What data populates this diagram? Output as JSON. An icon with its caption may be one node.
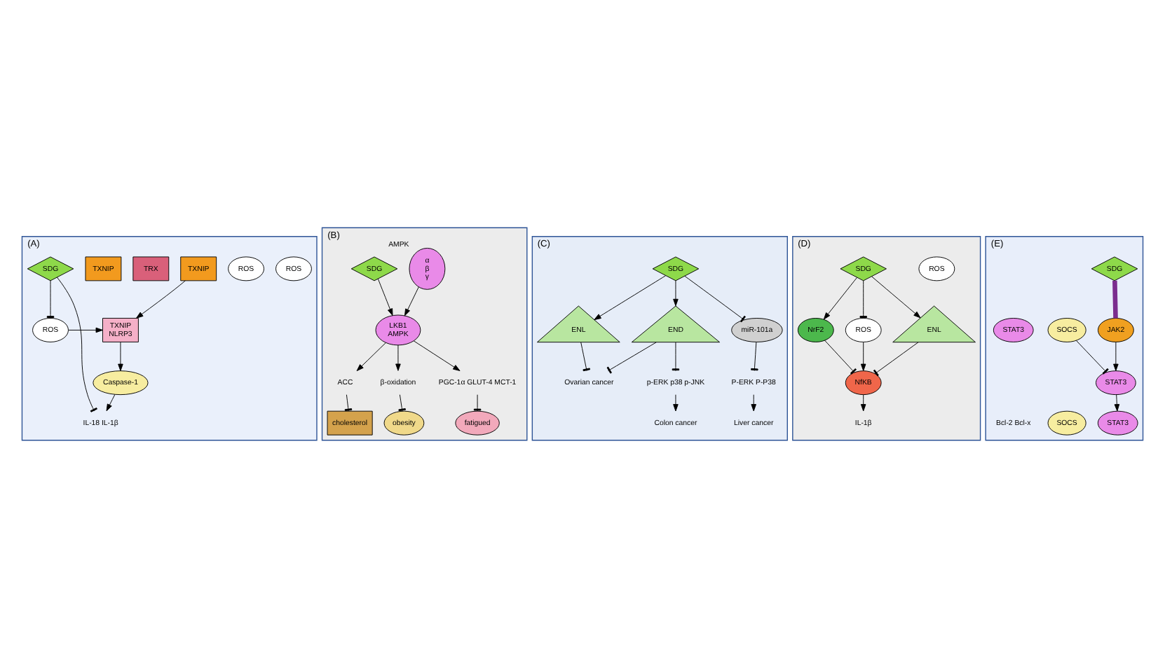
{
  "diagram": {
    "nodes": [
      {
        "text": [
          "(A)"
        ]
      },
      {
        "text": [
          "ROS"
        ],
        "in": 0
      },
      {
        "text": [
          "ROS"
        ],
        "in": 0
      },
      {
        "text": [
          "TXNIP"
        ],
        "in": 0
      },
      {
        "text": [
          "TXNIP",
          "NLRP3"
        ],
        "in": 0
      },
      {
        "text": [
          "TRX"
        ],
        "in": 0
      },
      {
        "text": [
          "ROS"
        ],
        "in": 0
      },
      {
        "text": [
          "TXNIP"
        ],
        "in": 0
      },
      {
        "text": [
          "SDG"
        ],
        "in": 0
      },
      {
        "text": [
          "Caspase-1"
        ],
        "in": 0
      },
      {
        "text": [
          "IL-18 IL-1β"
        ],
        "in": 0
      },
      {
        "text": [
          "(B)"
        ]
      },
      {
        "text": [
          "α",
          "β",
          "γ"
        ],
        "beside": [
          "AMPK"
        ],
        "in": 11
      },
      {
        "text": [
          "SDG"
        ],
        "in": 11
      },
      {
        "text": [
          "LKB1",
          "AMPK"
        ],
        "in": 11
      },
      {
        "text": [
          "ACC"
        ],
        "in": 11
      },
      {
        "text": [
          "β-oxidation"
        ],
        "in": 11
      },
      {
        "text": [
          "PGC-1α GLUT-4 MCT-1"
        ],
        "in": 11
      },
      {
        "text": [
          "cholesterol"
        ],
        "in": 11
      },
      {
        "text": [
          "obesity"
        ],
        "in": 11
      },
      {
        "text": [
          "fatigued"
        ],
        "in": 11
      },
      {
        "text": [
          "(C)"
        ]
      },
      {
        "text": [
          "SDG"
        ],
        "in": 21
      },
      {
        "text": [
          "ENL"
        ],
        "in": 21
      },
      {
        "text": [
          "END"
        ],
        "in": 21
      },
      {
        "text": [
          "miR-101a"
        ],
        "in": 21
      },
      {
        "text": [
          "p-ERK p38 p-JNK"
        ],
        "in": 21
      },
      {
        "text": [
          "P-ERK P-P38"
        ],
        "in": 21
      },
      {
        "text": [
          "Ovarian cancer"
        ],
        "in": 21
      },
      {
        "text": [
          "Colon cancer"
        ],
        "in": 21
      },
      {
        "text": [
          "Liver cancer"
        ],
        "in": 21
      },
      {
        "text": [
          "(D)"
        ]
      },
      {
        "text": [
          "ROS"
        ],
        "in": 31
      },
      {
        "text": [
          "SDG"
        ],
        "in": 31
      },
      {
        "text": [
          "NrF2"
        ],
        "in": 31
      },
      {
        "text": [
          "ROS"
        ],
        "in": 31
      },
      {
        "text": [
          "ENL"
        ],
        "in": 31
      },
      {
        "text": [
          "NfKB"
        ],
        "in": 31
      },
      {
        "text": [
          "IL-1β"
        ],
        "in": 31
      },
      {
        "text": [
          "(E)"
        ]
      },
      {
        "text": [
          "SDG"
        ],
        "in": 39
      },
      {
        "text": [
          "JAK2"
        ],
        "in": 39
      },
      {
        "text": [
          "SOCS"
        ],
        "in": 39
      },
      {
        "text": [
          "STAT3"
        ],
        "in": 39
      },
      {
        "text": [
          "STAT3"
        ],
        "in": 39
      },
      {
        "text": [
          "STAT3"
        ],
        "in": 39
      },
      {
        "text": [
          "SOCS"
        ],
        "in": 39
      },
      {
        "text": [
          "Bcl-2 Bcl-x"
        ],
        "in": 39
      }
    ],
    "edges": [
      {
        "from": 3,
        "to": 4,
        "arrow": "to"
      },
      {
        "from": 6,
        "to": 4,
        "arrow": "to"
      },
      {
        "from": 8,
        "to": 6,
        "arrow": "other"
      },
      {
        "from": 4,
        "to": 9,
        "arrow": "to"
      },
      {
        "from": 9,
        "to": 10,
        "arrow": "to"
      },
      {
        "from": 8,
        "to": 10,
        "arrow": "other"
      },
      {
        "from": 12,
        "to": 14,
        "arrow": "to"
      },
      {
        "from": 13,
        "to": 14,
        "arrow": "to"
      },
      {
        "from": 14,
        "to": 15,
        "arrow": "to"
      },
      {
        "from": 14,
        "to": 16,
        "arrow": "to"
      },
      {
        "from": 14,
        "to": 17,
        "arrow": "to"
      },
      {
        "from": 15,
        "to": 18,
        "arrow": "other"
      },
      {
        "from": 16,
        "to": 19,
        "arrow": "other"
      },
      {
        "from": 17,
        "to": 20,
        "arrow": "other"
      },
      {
        "from": 22,
        "to": 23,
        "arrow": "to"
      },
      {
        "from": 22,
        "to": 24,
        "arrow": "to"
      },
      {
        "from": 22,
        "to": 25,
        "arrow": "other"
      },
      {
        "from": 23,
        "to": 28,
        "arrow": "other"
      },
      {
        "from": 24,
        "to": 28,
        "arrow": "other"
      },
      {
        "from": 24,
        "to": 26,
        "arrow": "other"
      },
      {
        "from": 26,
        "to": 29,
        "arrow": "to"
      },
      {
        "from": 25,
        "to": 27,
        "arrow": "other"
      },
      {
        "from": 27,
        "to": 30,
        "arrow": "to"
      },
      {
        "from": 33,
        "to": 34,
        "arrow": "to"
      },
      {
        "from": 33,
        "to": 35,
        "arrow": "other"
      },
      {
        "from": 33,
        "to": 36,
        "arrow": "to"
      },
      {
        "from": 34,
        "to": 37,
        "arrow": "other"
      },
      {
        "from": 35,
        "to": 37,
        "arrow": "to"
      },
      {
        "from": 36,
        "to": 37,
        "arrow": "other"
      },
      {
        "from": 37,
        "to": 38,
        "arrow": "to"
      },
      {
        "from": 40,
        "to": 41,
        "arrow": "none",
        "style": "thick",
        "color": "#7b2d8e"
      },
      {
        "from": 41,
        "to": 43,
        "arrow": "to"
      },
      {
        "from": 42,
        "to": 43,
        "arrow": "other"
      },
      {
        "from": 43,
        "to": 44,
        "arrow": "to"
      }
    ]
  }
}
